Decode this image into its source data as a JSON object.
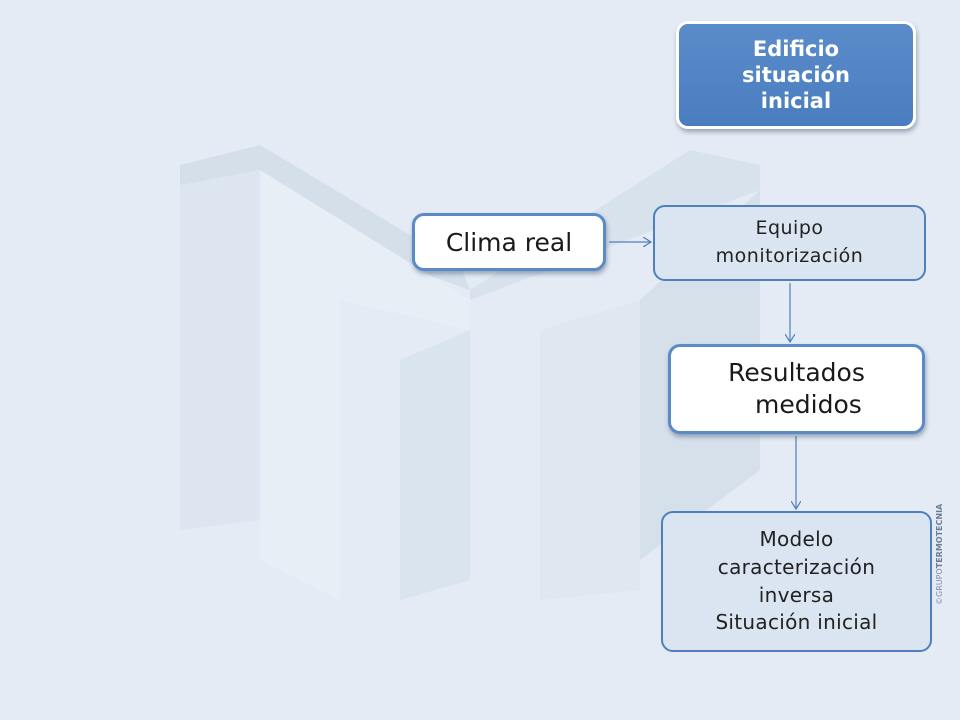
{
  "diagram": {
    "nodes": [
      {
        "id": "edificio",
        "label": "Edificio\nsituación\ninicial"
      },
      {
        "id": "clima",
        "label": "Clima real"
      },
      {
        "id": "equipo",
        "label": "Equipo\nmonitorización"
      },
      {
        "id": "resultados",
        "label": "Resultados\n   medidos"
      },
      {
        "id": "modelo",
        "label": "Modelo\ncaracterización\ninversa\nSituación inicial"
      }
    ],
    "edges": [
      {
        "from": "clima",
        "to": "equipo"
      },
      {
        "from": "equipo",
        "to": "resultados"
      },
      {
        "from": "resultados",
        "to": "modelo"
      }
    ]
  },
  "credit": {
    "prefix": "©GRUPO",
    "brand": "TERMOTECNIA"
  },
  "colors": {
    "background": "#e4ebf4",
    "accent_blue": "#4a7dbf",
    "connector": "#4f7fbd"
  }
}
